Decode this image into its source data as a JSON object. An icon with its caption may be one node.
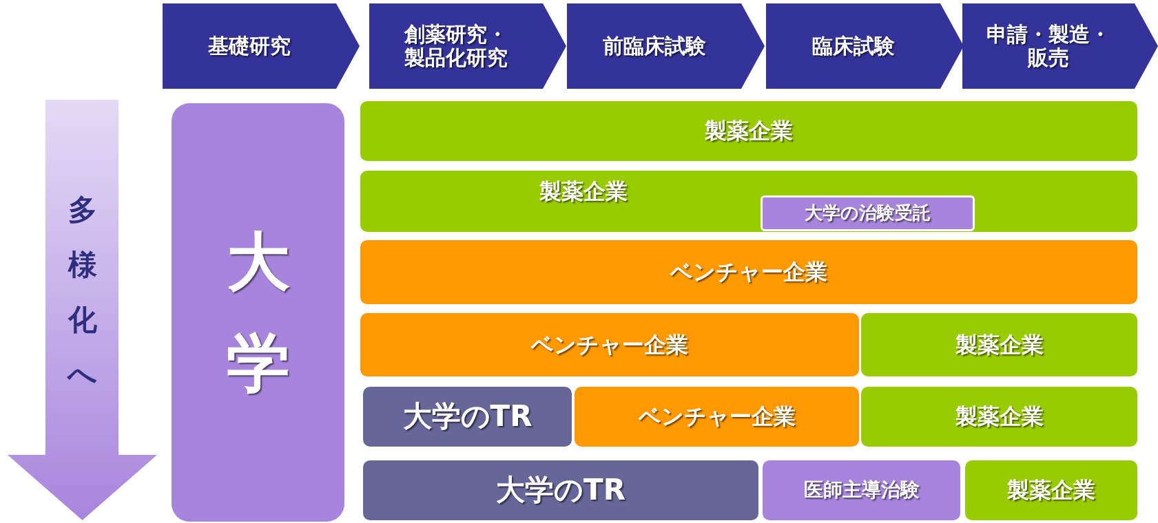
{
  "diagram": {
    "nodes": [
      {
        "text": [
          "基礎研究"
        ]
      },
      {
        "text": [
          "創薬研究・製品化研究"
        ]
      },
      {
        "text": [
          "前臨床試験"
        ]
      },
      {
        "text": [
          "臨床試験"
        ]
      },
      {
        "text": [
          "申請・製造・販売"
        ]
      },
      {
        "text": [
          "多様化へ"
        ]
      },
      {
        "text": [
          "大学"
        ]
      },
      {
        "text": [
          "製薬企業"
        ]
      },
      {
        "text": [
          "製薬企業"
        ]
      },
      {
        "text": [
          "大学の治験受託"
        ],
        "in": 8
      },
      {
        "text": [
          "ベンチャー企業"
        ]
      },
      {
        "text": [
          "ベンチャー企業"
        ]
      },
      {
        "text": [
          "製薬企業"
        ]
      },
      {
        "text": [
          "大学のTR"
        ]
      },
      {
        "text": [
          "ベンチャー企業"
        ]
      },
      {
        "text": [
          "製薬企業"
        ]
      },
      {
        "text": [
          "大学のTR"
        ]
      },
      {
        "text": [
          "医師主導治験"
        ]
      },
      {
        "text": [
          "製薬企業"
        ]
      }
    ]
  }
}
